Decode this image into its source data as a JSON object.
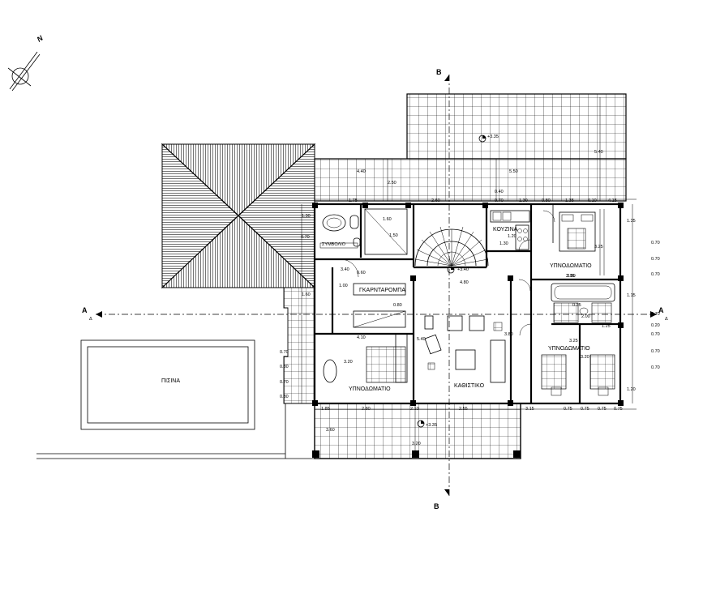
{
  "north": "N",
  "rooms": {
    "pool": "ΠΙΣΙΝΑ",
    "kitchen": "ΚΟΥΖΙΝΑ",
    "bedroom_ne": "ΥΠΝΟΔΩΜΑΤΙΟ",
    "bedroom_se": "ΥΠΝΟΔΩΜΑΤΙΟ",
    "bedroom_sw": "ΥΠΝΟΔΩΜΑΤΙΟ",
    "wardrobe": "ΓΚΑΡΝΤΑΡΟΜΠΑ",
    "living": "ΚΑΘΙΣΤΙΚΟ",
    "wc": "ΣΥΜΒΟΛΙΟ"
  },
  "levels": {
    "roof_terrace": "+3.35",
    "stair_landing": "+3.40",
    "front_terrace": "+3.35"
  },
  "sections": {
    "a_left": "A",
    "a_right": "A",
    "a_sub": "Δ",
    "b_top": "B",
    "b_bottom": "B"
  },
  "dims": {
    "d440": "4.40",
    "d250": "2.50",
    "d550": "5.50",
    "d540": "5.40",
    "d040": "0.40",
    "t175": "1.75",
    "t260": "2.60",
    "t070": "0.70",
    "t130": "1.30",
    "t080": "0.80",
    "t135": "1.35",
    "t010": "0.10",
    "t415": "4.15",
    "s160": "1.60",
    "s150": "1.50",
    "s120": "1.20",
    "s130": "1.30",
    "s060": "0.60",
    "s480": "4.80",
    "s100": "1.00",
    "s080": "0.80",
    "s410": "4.10",
    "s340": "3.40",
    "s320": "3.20",
    "s350": "3.50",
    "s035": "0.35",
    "s380": "3.80",
    "s295": "2.95",
    "s325": "3.25",
    "s200": "2.00",
    "s325b": "3.25",
    "s125": "1.25",
    "r135": "1.35",
    "r070a": "0.70",
    "r070b": "0.70",
    "r070c": "0.70",
    "r115": "1.15",
    "r070d": "0.70",
    "r020": "0.20",
    "r070e": "0.70",
    "r070f": "0.70",
    "r070g": "0.70",
    "r120": "1.20",
    "l130": "1.30",
    "l070a": "0.70",
    "l160": "1.60",
    "l070b": "0.70",
    "l080": "0.80",
    "l070c": "0.70",
    "b185": "1.85",
    "b280": "2.80",
    "b210": "2.10",
    "b255": "2.55",
    "b315": "3.15",
    "b075a": "0.75",
    "b075b": "0.75",
    "b075c": "0.75",
    "b075d": "0.75",
    "v360": "3.60",
    "v320": "3.20"
  }
}
